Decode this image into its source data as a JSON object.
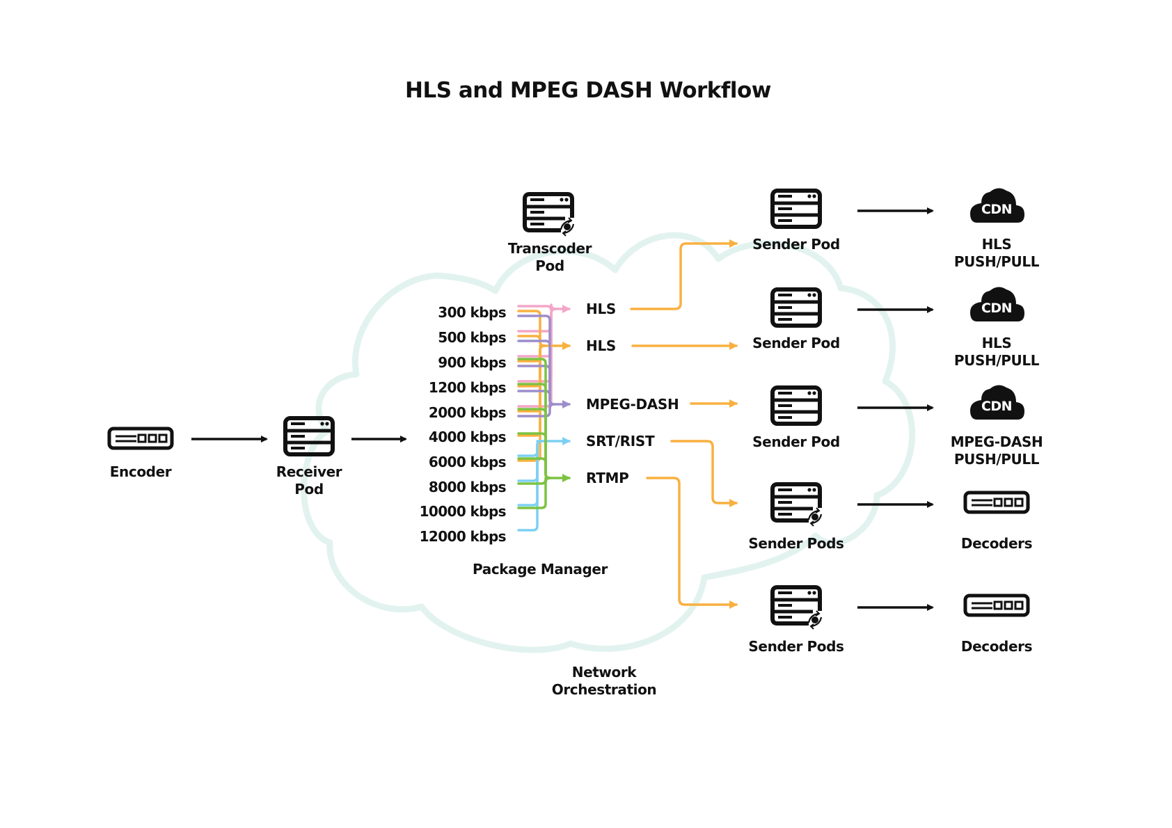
{
  "title": "HLS and MPEG DASH Workflow",
  "colors": {
    "cloud": "#E2F3EF",
    "pink": "#F4A6C8",
    "orange": "#F9B040",
    "purple": "#9C8ECB",
    "green": "#7DC242",
    "blue": "#7DD0F2",
    "ink": "#111111"
  },
  "nodes": {
    "encoder": {
      "label": "Encoder",
      "icon": "encoder-device-icon"
    },
    "receiver": {
      "label_line1": "Receiver",
      "label_line2": "Pod",
      "icon": "server-icon"
    },
    "transcoder": {
      "label_line1": "Transcoder",
      "label_line2": "Pod",
      "icon": "server-sync-icon"
    }
  },
  "package_manager": {
    "label": "Package Manager",
    "bitrates": [
      "300 kbps",
      "500 kbps",
      "900 kbps",
      "1200 kbps",
      "2000 kbps",
      "4000 kbps",
      "6000 kbps",
      "8000 kbps",
      "10000 kbps",
      "12000 kbps"
    ],
    "outputs": [
      {
        "label": "HLS",
        "color": "pink"
      },
      {
        "label": "HLS",
        "color": "orange"
      },
      {
        "label": "MPEG-DASH",
        "color": "purple"
      },
      {
        "label": "SRT/RIST",
        "color": "blue"
      },
      {
        "label": "RTMP",
        "color": "green"
      }
    ]
  },
  "network_orchestration": {
    "line1": "Network",
    "line2": "Orchestration"
  },
  "senders": [
    {
      "label": "Sender Pod",
      "icon": "server-icon"
    },
    {
      "label": "Sender Pod",
      "icon": "server-icon"
    },
    {
      "label": "Sender Pod",
      "icon": "server-icon"
    },
    {
      "label": "Sender Pods",
      "icon": "server-sync-icon"
    },
    {
      "label": "Sender Pods",
      "icon": "server-sync-icon"
    }
  ],
  "destinations": [
    {
      "type": "cdn",
      "icon_text": "CDN",
      "line1": "HLS",
      "line2": "PUSH/PULL"
    },
    {
      "type": "cdn",
      "icon_text": "CDN",
      "line1": "HLS",
      "line2": "PUSH/PULL"
    },
    {
      "type": "cdn",
      "icon_text": "CDN",
      "line1": "MPEG-DASH",
      "line2": "PUSH/PULL"
    },
    {
      "type": "decoder",
      "line1": "Decoders"
    },
    {
      "type": "decoder",
      "line1": "Decoders"
    }
  ]
}
